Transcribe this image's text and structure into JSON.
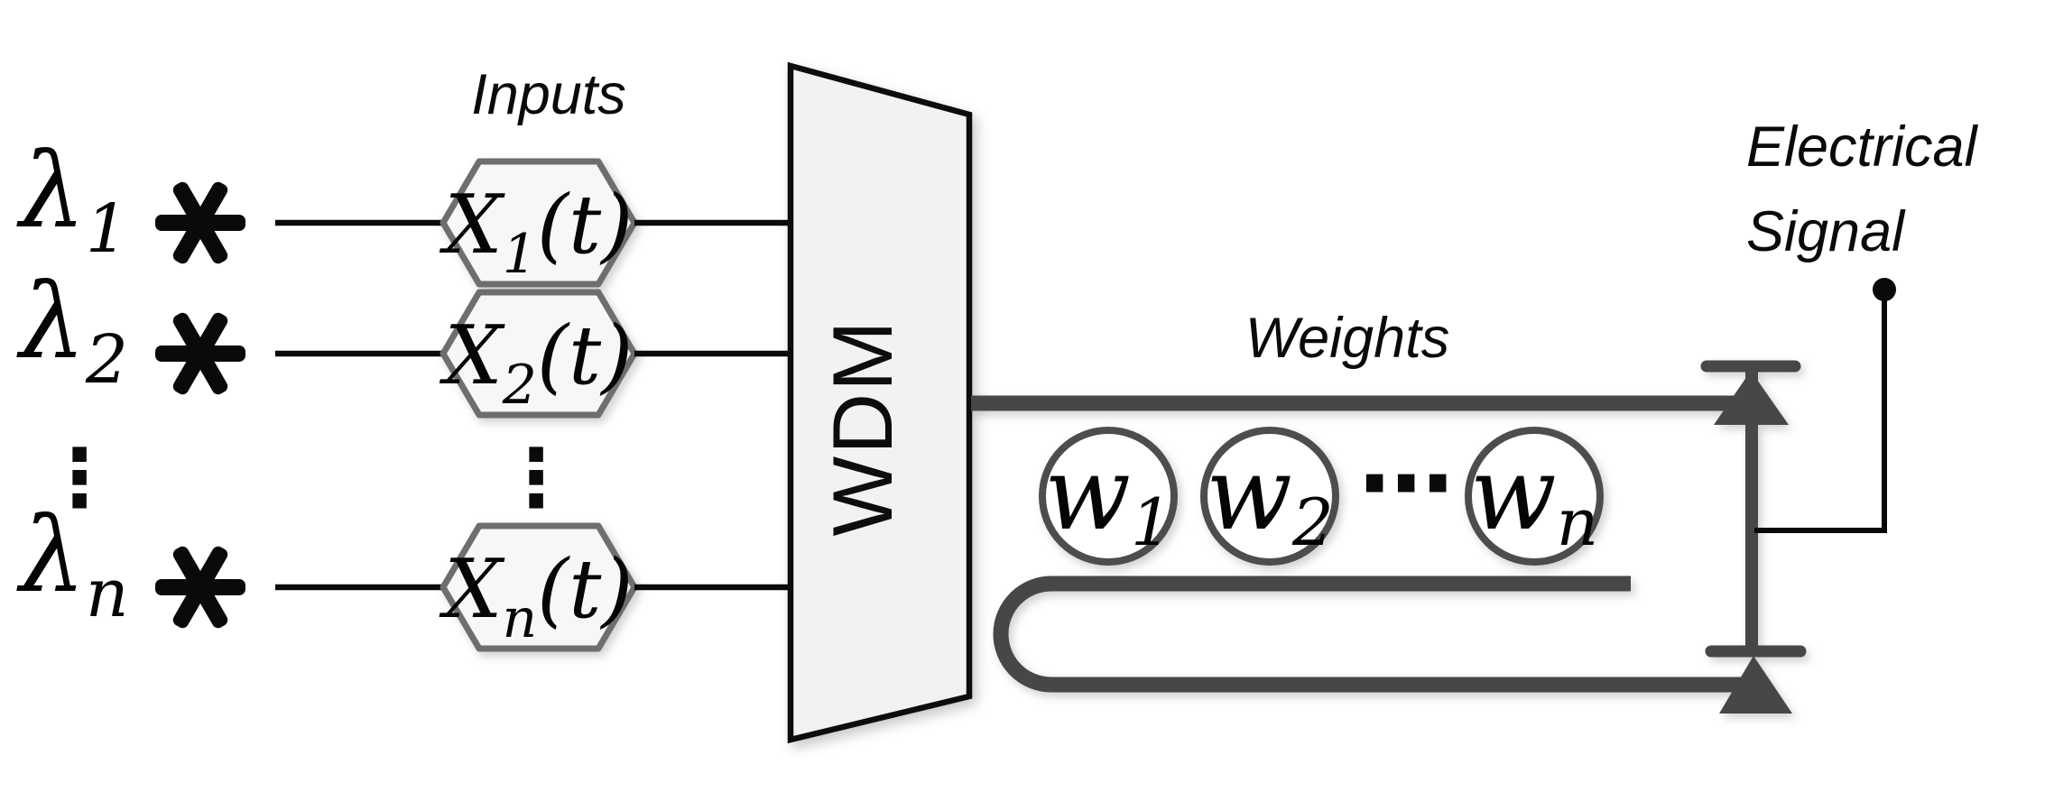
{
  "figure": {
    "inputs_label": "Inputs",
    "weights_label": "Weights",
    "electrical_label_line1": "Electrical",
    "electrical_label_line2": "Signal",
    "wdm_label": "WDM",
    "vertical_ellipsis": "⋮",
    "horizontal_ellipsis": "⋯"
  },
  "channels": [
    {
      "wavelength_symbol": "λ",
      "wavelength_subscript": "1",
      "input_symbol": "X",
      "input_subscript": "1",
      "input_argument": "(t)"
    },
    {
      "wavelength_symbol": "λ",
      "wavelength_subscript": "2",
      "input_symbol": "X",
      "input_subscript": "2",
      "input_argument": "(t)"
    },
    {
      "wavelength_symbol": "λ",
      "wavelength_subscript": "n",
      "input_symbol": "X",
      "input_subscript": "n",
      "input_argument": "(t)"
    }
  ],
  "weights": [
    {
      "symbol": "w",
      "subscript": "1"
    },
    {
      "symbol": "w",
      "subscript": "2"
    },
    {
      "symbol": "w",
      "subscript": "n"
    }
  ],
  "icons": {
    "laser_source": "heavy-asterisk",
    "photodetector": "triangle-with-bar-diode",
    "signal_terminal": "filled-dot"
  },
  "palette": {
    "ink": "#0a0a0a",
    "waveguide_gray": "#474747",
    "ring_stroke": "#4d4d4d",
    "hexagon_stroke": "#6e6e6e",
    "hexagon_fill": "#f7f7f7",
    "wdm_fill": "#f2f2f2",
    "background": "#ffffff"
  }
}
